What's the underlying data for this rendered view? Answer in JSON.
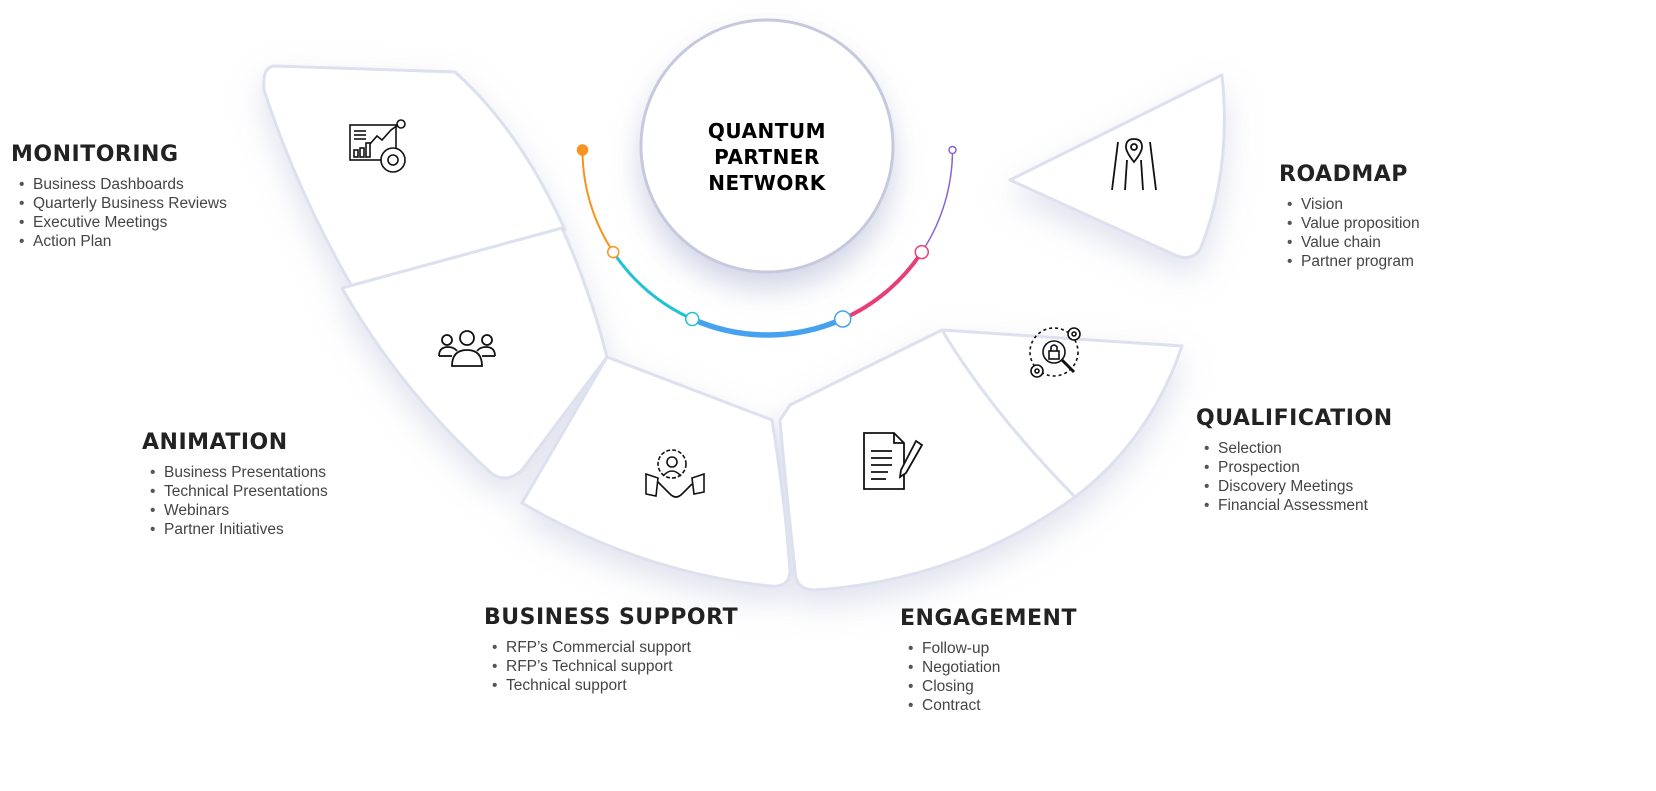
{
  "center": {
    "lines": [
      "QUANTUM",
      "PARTNER",
      "NETWORK"
    ]
  },
  "colors": {
    "orange": "#f7931e",
    "cyan": "#22c1d6",
    "blue": "#46a2ef",
    "pink": "#e83e75",
    "purple": "#8a63d2",
    "segment_border": "#dde0ee"
  },
  "sections": [
    {
      "title": "MONITORING",
      "icon": "dashboard-analytics-icon",
      "items": [
        "Business Dashboards",
        "Quarterly Business Reviews",
        "Executive Meetings",
        "Action Plan"
      ]
    },
    {
      "title": "ANIMATION",
      "icon": "team-group-icon",
      "items": [
        "Business Presentations",
        "Technical Presentations",
        "Webinars",
        "Partner Initiatives"
      ]
    },
    {
      "title": "BUSINESS SUPPORT",
      "icon": "handshake-gear-icon",
      "items": [
        "RFP’s Commercial support",
        "RFP’s Technical support",
        "Technical support"
      ]
    },
    {
      "title": "ENGAGEMENT",
      "icon": "contract-pen-icon",
      "items": [
        "Follow-up",
        "Negotiation",
        "Closing",
        "Contract"
      ]
    },
    {
      "title": "QUALIFICATION",
      "icon": "search-lock-gears-icon",
      "items": [
        "Selection",
        "Prospection",
        "Discovery Meetings",
        "Financial Assessment"
      ]
    },
    {
      "title": "ROADMAP",
      "icon": "road-location-pin-icon",
      "items": [
        "Vision",
        "Value proposition",
        "Value chain",
        "Partner program"
      ]
    }
  ]
}
